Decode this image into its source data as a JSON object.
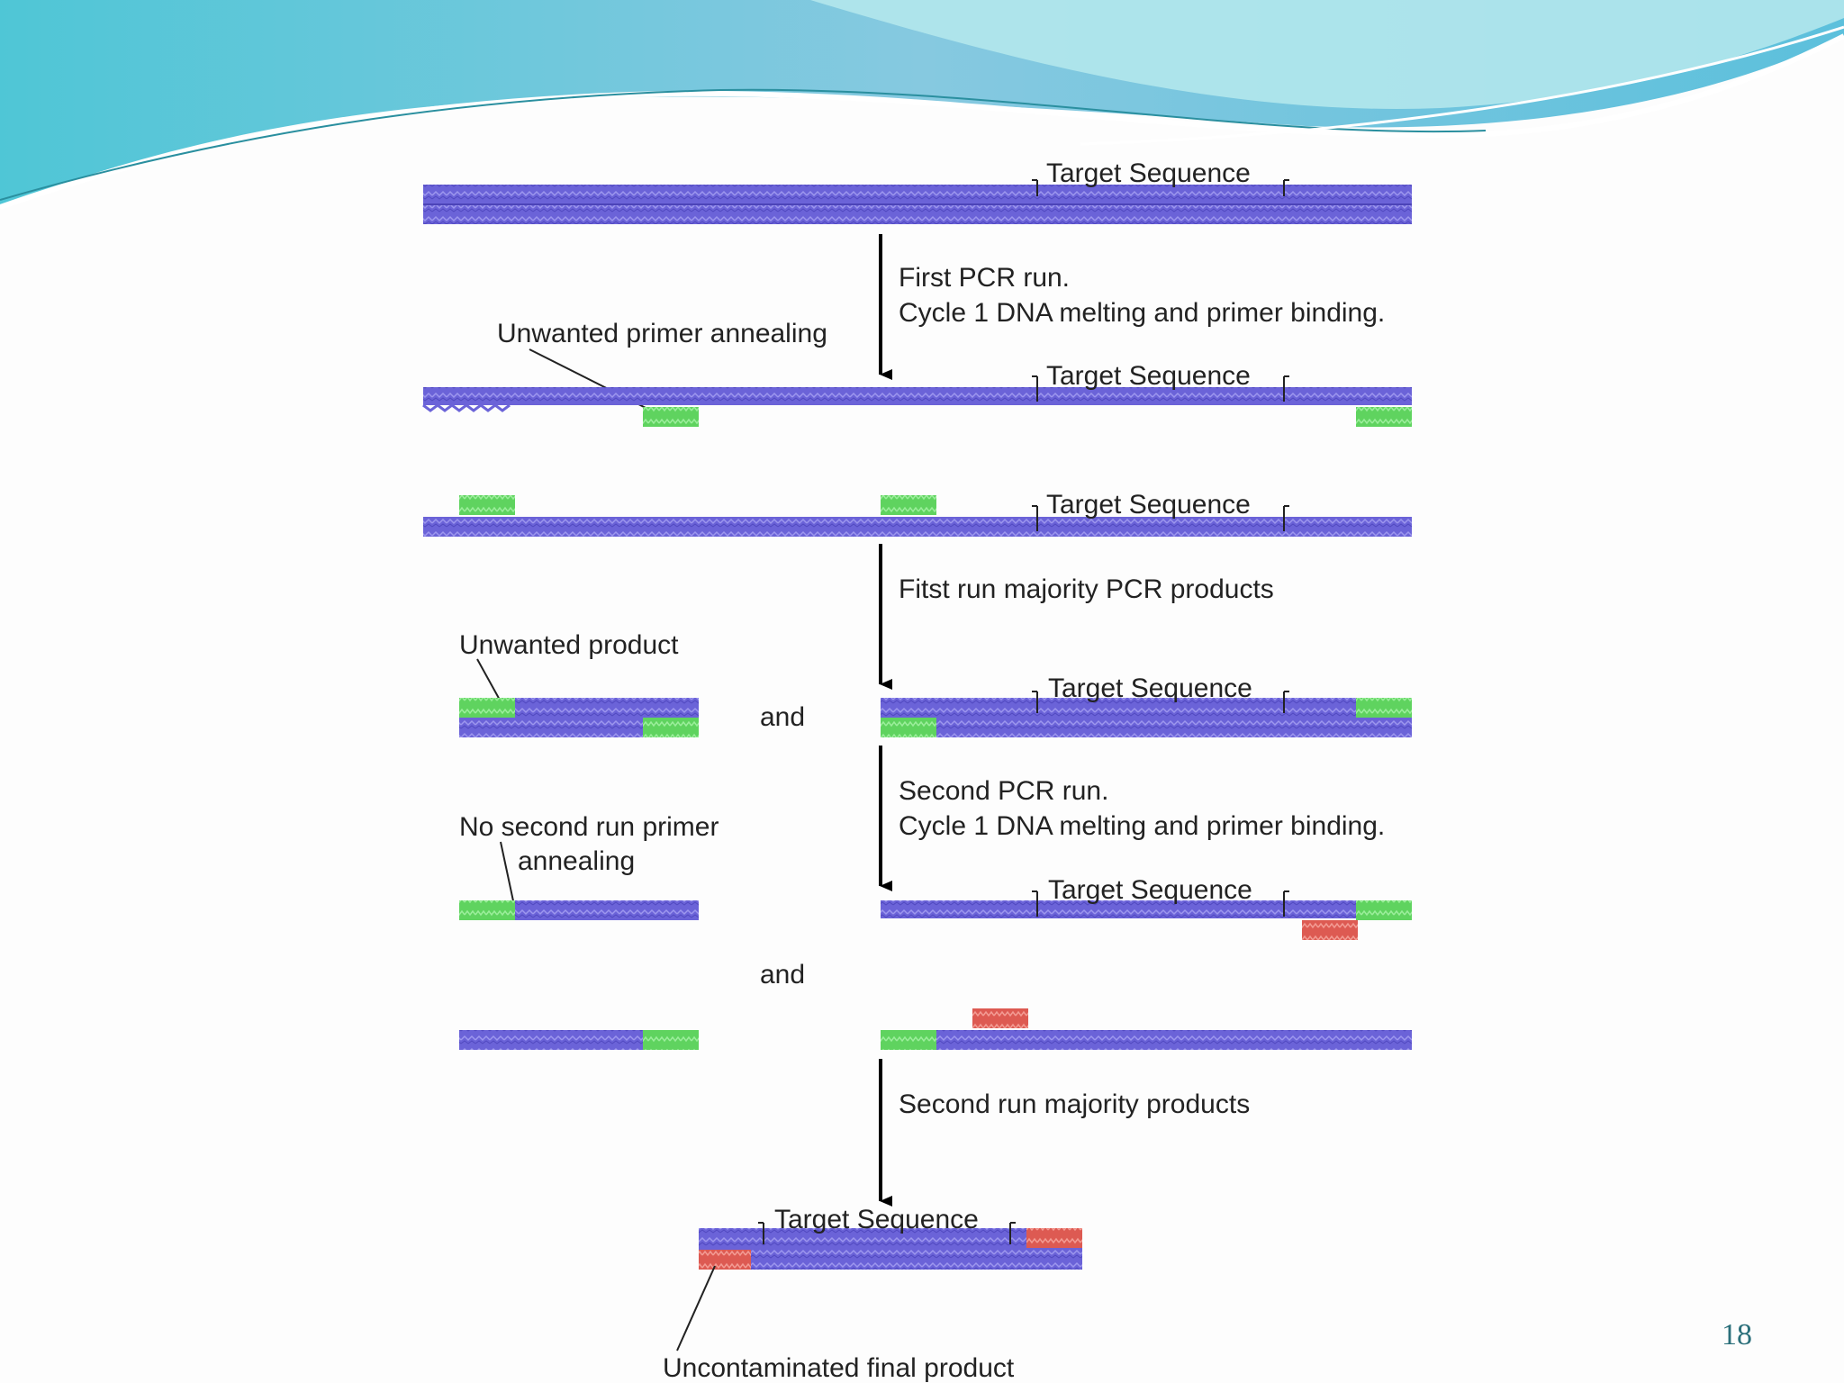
{
  "slide": {
    "page_number": "18",
    "header_colors": {
      "dark": "#3fb9cf",
      "light": "#a9e4ea",
      "accent": "#6fcbe0"
    }
  },
  "colors": {
    "dna": "#6b63d8",
    "dna_dark": "#4c44b8",
    "primer_first": "#5fd35f",
    "primer_second": "#dd5a52",
    "arrow": "#000000"
  },
  "diagram": {
    "target_label": "Target Sequence",
    "step1": {
      "line1": "First PCR run.",
      "line2": "Cycle 1 DNA melting and primer binding."
    },
    "unwanted_annealing": "Unwanted primer annealing",
    "step2": "Fitst run majority PCR products",
    "unwanted_product": "Unwanted product",
    "and_1": "and",
    "step3": {
      "line1": "Second PCR run.",
      "line2": "Cycle 1 DNA melting and primer binding."
    },
    "no_second_run": {
      "line1": "No second run primer",
      "line2": "annealing"
    },
    "and_2": "and",
    "step4": "Second run majority products",
    "final_product": "Uncontaminated final product"
  }
}
